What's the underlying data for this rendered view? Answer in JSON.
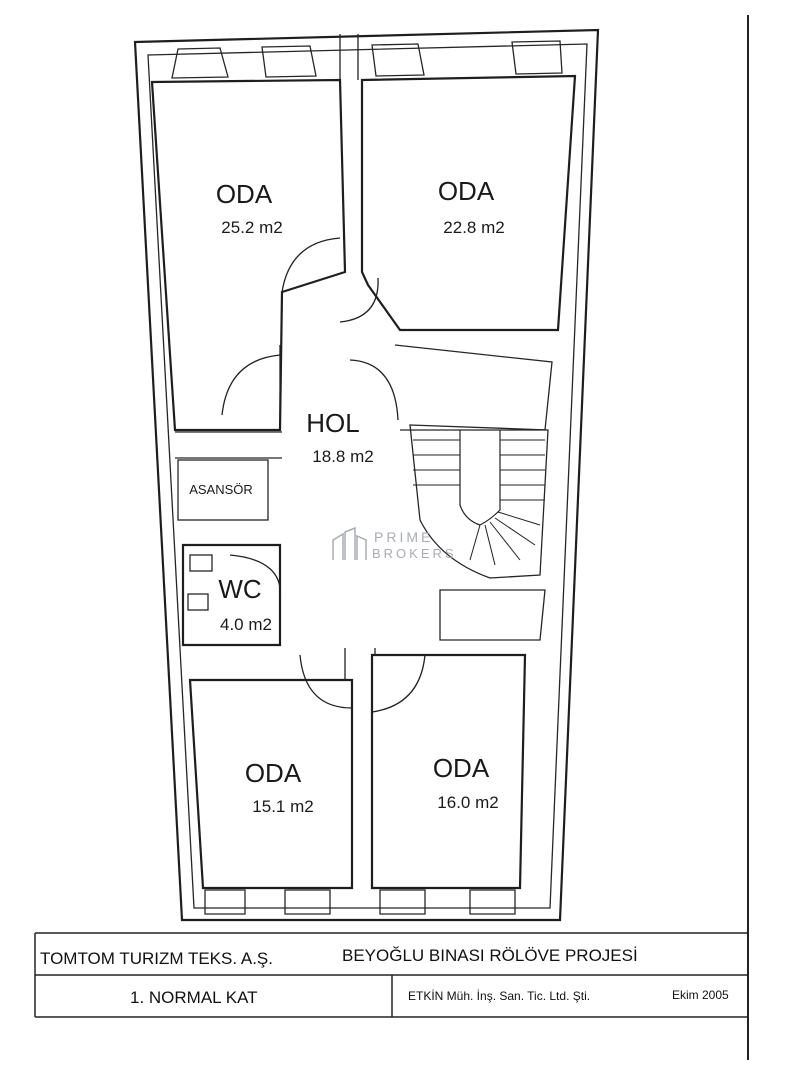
{
  "rooms": [
    {
      "id": "oda-top-left",
      "name": "ODA",
      "area": "25.2 m2"
    },
    {
      "id": "oda-top-right",
      "name": "ODA",
      "area": "22.8 m2"
    },
    {
      "id": "hol",
      "name": "HOL",
      "area": "18.8 m2"
    },
    {
      "id": "asansor",
      "name": "ASANSÖR"
    },
    {
      "id": "wc",
      "name": "WC",
      "area": "4.0 m2"
    },
    {
      "id": "oda-bottom-left",
      "name": "ODA",
      "area": "15.1 m2"
    },
    {
      "id": "oda-bottom-right",
      "name": "ODA",
      "area": "16.0 m2"
    }
  ],
  "watermark": {
    "line1": "PRIME",
    "line2": "BROKERS"
  },
  "title_block": {
    "client": "TOMTOM TURIZM TEKS. A.Ş.",
    "project": "BEYOĞLU BINASI RÖLÖVE PROJESİ",
    "floor": "1. NORMAL KAT",
    "company": "ETKİN Müh. İnş. San. Tic. Ltd. Şti.",
    "date": "Ekim 2005"
  }
}
